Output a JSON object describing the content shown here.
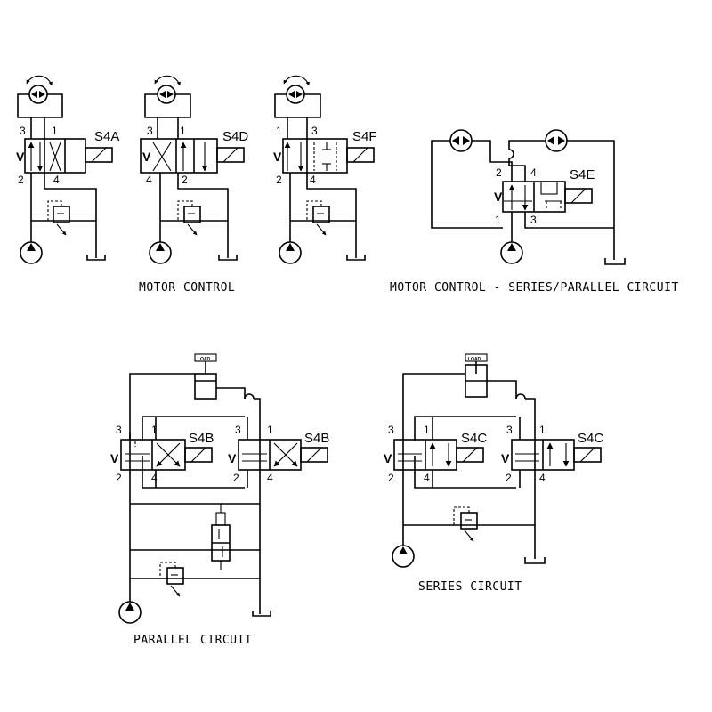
{
  "captions": {
    "motor_control": "MOTOR CONTROL",
    "series_parallel": "MOTOR CONTROL - SERIES/PARALLEL CIRCUIT",
    "parallel": "PARALLEL CIRCUIT",
    "series": "SERIES CIRCUIT"
  },
  "valves": {
    "s4a": "S4A",
    "s4d": "S4D",
    "s4f": "S4F",
    "s4e": "S4E",
    "s4b_left": "S4B",
    "s4b_right": "S4B",
    "s4c_left": "S4C",
    "s4c_right": "S4C"
  },
  "ports": {
    "p1": "1",
    "p2": "2",
    "p3": "3",
    "p4": "4"
  },
  "load_label": "LOAD"
}
